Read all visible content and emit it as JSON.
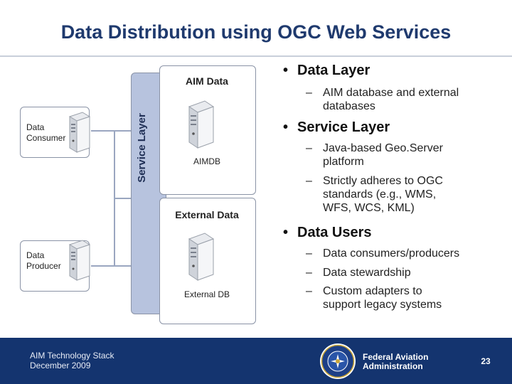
{
  "slide": {
    "title": "Data Distribution using OGC Web Services"
  },
  "diagram": {
    "service_layer": "Service Layer",
    "consumer_label_1": "Data",
    "consumer_label_2": "Consumer",
    "producer_label_1": "Data",
    "producer_label_2": "Producer",
    "aim_data_title": "AIM Data",
    "aimdb_label": "AIMDB",
    "external_data_title": "External Data",
    "external_db_label": "External DB",
    "icons": [
      "server-icon"
    ]
  },
  "bullets": {
    "data_layer": "Data Layer",
    "data_layer_sub_1_l1": "AIM database and external",
    "data_layer_sub_1_l2": "databases",
    "service_layer": "Service Layer",
    "service_sub_1_l1": "Java-based Geo.Server",
    "service_sub_1_l2": "platform",
    "service_sub_2_l1": "Strictly adheres to OGC",
    "service_sub_2_l2": "standards (e.g., WMS,",
    "service_sub_2_l3": "WFS, WCS, KML)",
    "data_users": "Data Users",
    "users_sub_1": "Data consumers/producers",
    "users_sub_2": "Data stewardship",
    "users_sub_3_l1": "Custom adapters to",
    "users_sub_3_l2": "support legacy systems",
    "bullet_glyph": "•",
    "dash_glyph": "–"
  },
  "footer": {
    "left_line_1": "AIM Technology Stack",
    "left_line_2": "December 2009",
    "agency_line_1": "Federal Aviation",
    "agency_line_2": "Administration",
    "page_number": "23",
    "bg_color": "#14346f"
  }
}
